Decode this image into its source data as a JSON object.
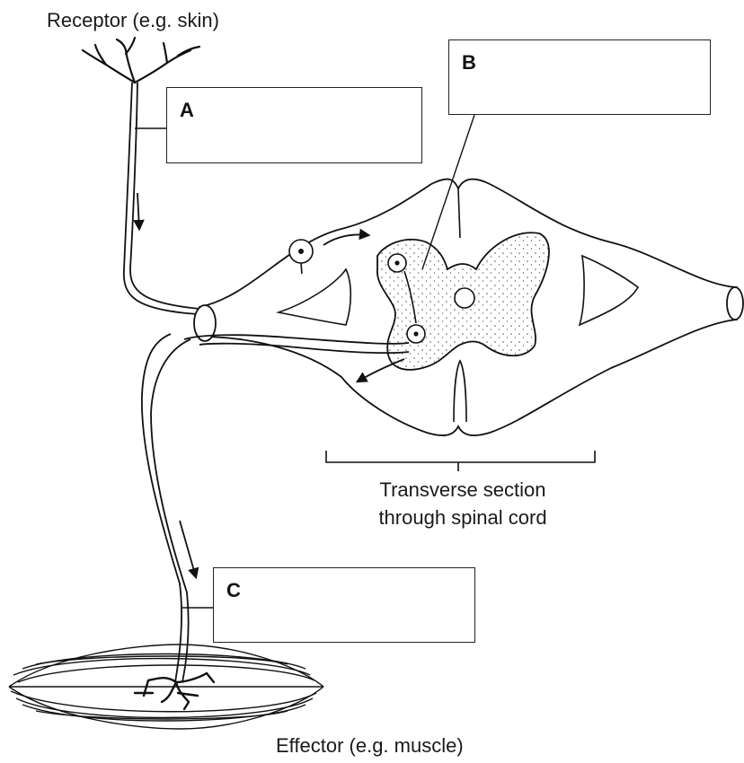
{
  "labels": {
    "receptor": "Receptor (e.g. skin)",
    "effector": "Effector (e.g. muscle)",
    "section_line1": "Transverse section",
    "section_line2": "through spinal cord"
  },
  "boxes": {
    "a": "A",
    "b": "B",
    "c": "C"
  }
}
